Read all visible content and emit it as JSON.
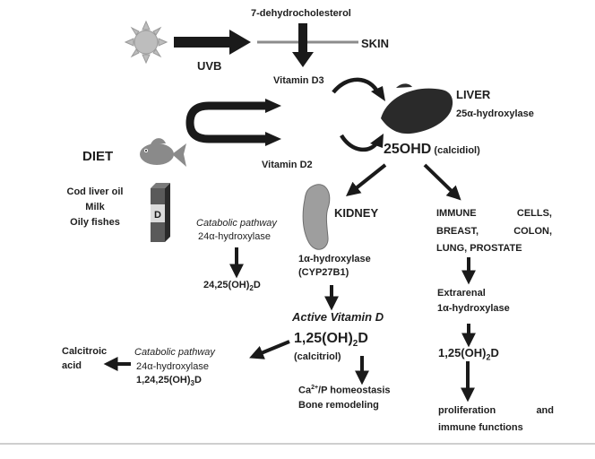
{
  "labels": {
    "dehydrocholesterol": "7-dehydrocholesterol",
    "skin": "SKIN",
    "uvb": "UVB",
    "vitamin_d3": "Vitamin D3",
    "liver": "LIVER",
    "liver_enzyme": "25α-hydroxylase",
    "calcidiol_main": "25OHD",
    "calcidiol_sub": "(calcidiol)",
    "diet": "DIET",
    "vitamin_d2": "Vitamin D2",
    "diet_sources": [
      "Cod liver oil",
      "Milk",
      "Oily fishes"
    ],
    "kidney": "KIDNEY",
    "catabolic_1_title": "Catabolic pathway",
    "catabolic_1_enzyme": "24α-hydroxylase",
    "catabolic_1_product": "24,25(OH)",
    "catabolic_1_product_sub": "2",
    "catabolic_1_product_tail": "D",
    "kidney_enzyme": "1α-hydroxylase",
    "kidney_enzyme_code": "(CYP27B1)",
    "active_vitamin_d": "Active Vitamin D",
    "calcitriol_main": "1,25(OH)",
    "calcitriol_sub": "2",
    "calcitriol_tail": "D",
    "calcitriol_name": "(calcitriol)",
    "calcitroic": [
      "Calcitroic",
      "acid"
    ],
    "catabolic_2_title": "Catabolic pathway",
    "catabolic_2_enzyme": "24α-hydroxylase",
    "catabolic_2_product": "1,24,25(OH)",
    "catabolic_2_product_sub": "3",
    "catabolic_2_product_tail": "D",
    "homeostasis_pre": "Ca",
    "homeostasis_sup": "2+",
    "homeostasis_post": "/P homeostasis",
    "bone": "Bone remodeling",
    "immune_cells_words": [
      "IMMUNE",
      "CELLS,"
    ],
    "breast_words": [
      "BREAST,",
      "COLON,"
    ],
    "lung": "LUNG, PROSTATE",
    "extrarenal": "Extrarenal",
    "extrarenal_enzyme": "1α-hydroxylase",
    "extrarenal_product": "1,25(OH)",
    "extrarenal_product_sub": "2",
    "extrarenal_product_tail": "D",
    "proliferation_words": [
      "proliferation",
      "and"
    ],
    "immune_functions": "immune functions",
    "vial_letter": "D"
  },
  "colors": {
    "arrow": "#1a1a1a",
    "skin_line": "#8c8c8c",
    "liver_fill": "#2a2a2a",
    "sun_fill": "#bdbdbd",
    "fish_fill": "#8a8a8a",
    "kidney_fill": "#9e9e9e",
    "vial_fill": "#3a3a3a",
    "background": "#ffffff"
  },
  "icons": [
    "sun-icon",
    "fish-icon",
    "liver-icon",
    "kidney-icon",
    "supplement-vial-icon"
  ]
}
